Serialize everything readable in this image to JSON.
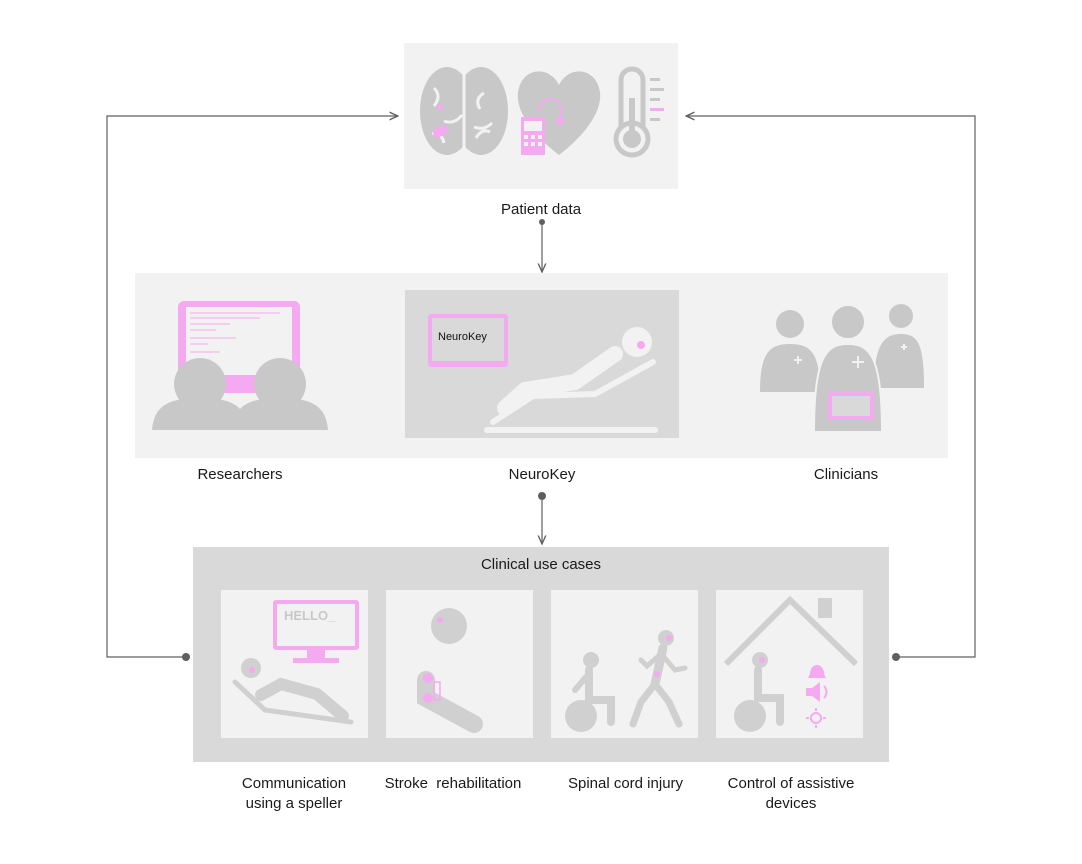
{
  "diagram": {
    "patient_data": {
      "label": "Patient data"
    },
    "researchers": {
      "label": "Researchers"
    },
    "neurokey": {
      "label": "NeuroKey",
      "screen_text": "NeuroKey"
    },
    "clinicians": {
      "label": "Clinicians"
    },
    "clinical_use_cases": {
      "title": "Clinical use cases",
      "cases": [
        {
          "label": "Communication using a speller",
          "screen_text": "HELLO_"
        },
        {
          "label": "Stroke  rehabilitation"
        },
        {
          "label": "Spinal cord injury"
        },
        {
          "label": "Control of assistive devices"
        }
      ]
    }
  },
  "colors": {
    "icon_gray": "#c8c8c8",
    "panel_light": "#f2f2f2",
    "panel_mid": "#d9d9d9",
    "accent_pink": "#f5a9f0",
    "line": "#5f5f5f"
  },
  "icons": {
    "patient_data": [
      "brain-icon",
      "heart-icon",
      "phone-icon",
      "thermometer-icon"
    ],
    "researchers": "researchers-icon",
    "neurokey": "reclining-patient-icon",
    "clinicians": "clinicians-icon",
    "cases": [
      "speller-icon",
      "stroke-rehab-icon",
      "spinal-cord-icon",
      "assistive-home-icon"
    ]
  }
}
